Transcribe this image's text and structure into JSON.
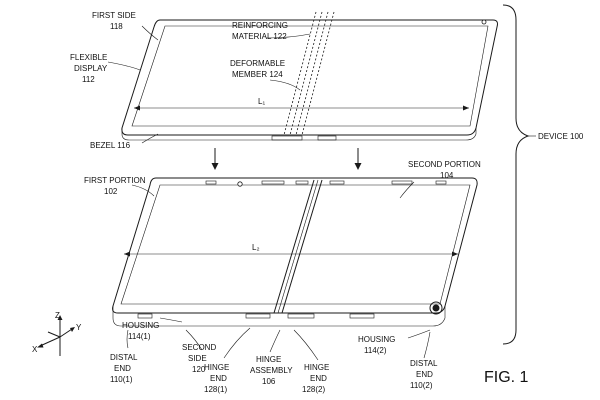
{
  "labels": {
    "first_side": "FIRST SIDE",
    "first_side_num": "118",
    "reinforcing_1": "REINFORCING",
    "reinforcing_2": "MATERIAL 122",
    "flexible_1": "FLEXIBLE",
    "flexible_2": "DISPLAY",
    "flexible_3": "112",
    "deformable_1": "DEFORMABLE",
    "deformable_2": "MEMBER 124",
    "length_top": "L₁",
    "bezel": "BEZEL 116",
    "device": "DEVICE 100",
    "first_portion_1": "FIRST PORTION",
    "first_portion_2": "102",
    "second_portion_1": "SECOND PORTION",
    "second_portion_2": "104",
    "length_bottom": "L₂",
    "housing_left_1": "HOUSING",
    "housing_left_2": "114(1)",
    "second_side_1": "SECOND",
    "second_side_2": "SIDE",
    "second_side_3": "120",
    "distal_left_1": "DISTAL",
    "distal_left_2": "END",
    "distal_left_3": "110(1)",
    "hinge_end_left_1": "HINGE",
    "hinge_end_left_2": "END",
    "hinge_end_left_3": "128(1)",
    "hinge_assembly_1": "HINGE",
    "hinge_assembly_2": "ASSEMBLY",
    "hinge_assembly_3": "106",
    "hinge_end_right_1": "HINGE",
    "hinge_end_right_2": "END",
    "hinge_end_right_3": "128(2)",
    "housing_right_1": "HOUSING",
    "housing_right_2": "114(2)",
    "distal_right_1": "DISTAL",
    "distal_right_2": "END",
    "distal_right_3": "110(2)",
    "fig": "FIG. 1",
    "axis_z": "Z",
    "axis_y": "Y",
    "axis_x": "X"
  }
}
